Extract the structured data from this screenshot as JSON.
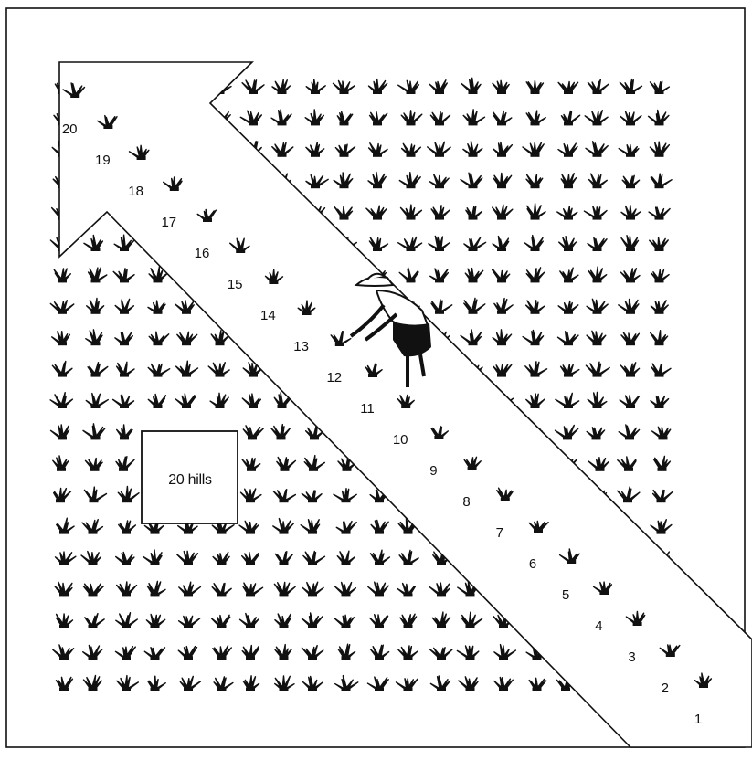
{
  "box_label": "20 hills",
  "sequence": [
    "1",
    "2",
    "3",
    "4",
    "5",
    "6",
    "7",
    "8",
    "9",
    "10",
    "11",
    "12",
    "13",
    "14",
    "15",
    "16",
    "17",
    "18",
    "19",
    "20"
  ],
  "colors": {
    "ink": "#111111",
    "paper": "#ffffff"
  }
}
